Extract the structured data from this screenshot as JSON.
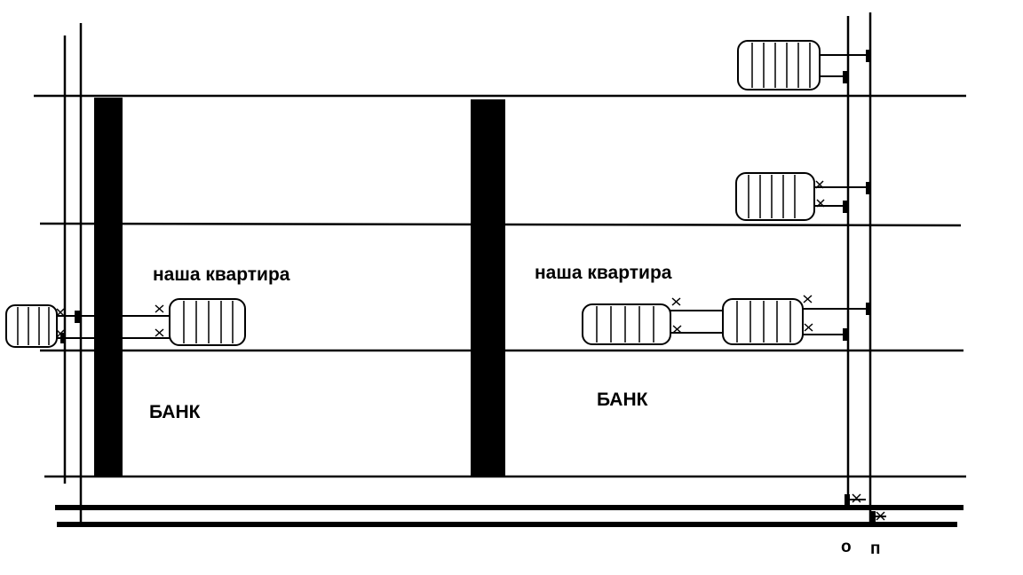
{
  "labels": {
    "left_apartment": "наша квартира",
    "right_apartment": "наша квартира",
    "left_bank": "БАНК",
    "right_bank": "БАНК",
    "pipe_o": "о",
    "pipe_p": "п"
  },
  "colors": {
    "ink": "#000000",
    "background": "#ffffff"
  }
}
